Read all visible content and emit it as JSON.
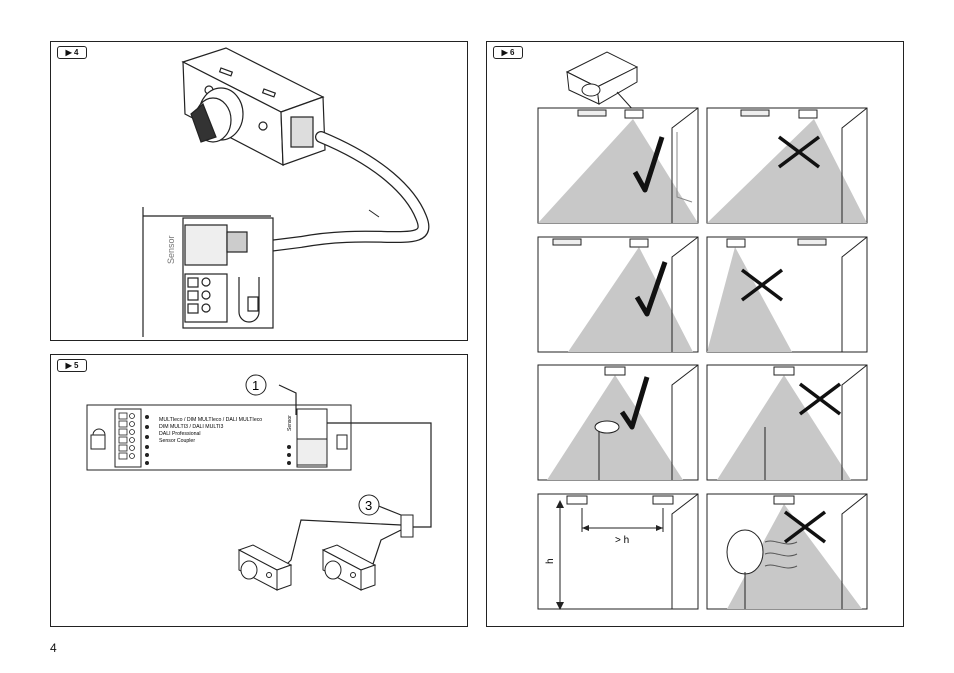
{
  "page_number": "4",
  "figures": {
    "fig4": {
      "badge": "▶ 4",
      "sensor_label": "Sensor"
    },
    "fig5": {
      "badge": "▶ 5",
      "product_lines": [
        "MULTIeco / DIM MULTIeco / DALI MULTIeco",
        "DIM MULTI3 / DALI MULTI3",
        "DALI Professional",
        "Sensor Coupler"
      ],
      "sensor_port_label": "Sensor",
      "callout_1": "1",
      "callout_3": "3"
    },
    "fig6": {
      "badge": "▶ 6",
      "distance_label": "> h",
      "height_label": "h"
    }
  }
}
